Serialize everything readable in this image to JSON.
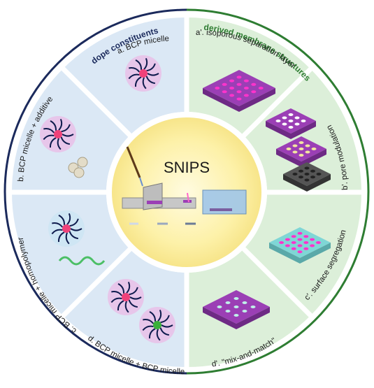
{
  "headers": {
    "left": "dope constituents",
    "right": "derived membrane structures"
  },
  "center": {
    "title": "SNIPS"
  },
  "panels": {
    "a": "a. BCP micelle",
    "b": "b. BCP micelle + additive",
    "c": "c. BCP micelle + homopolymer",
    "d": "d. BCP micelle + BCP micelle",
    "a_prime": "a'. isoporous separation layer",
    "b_prime": "b'. pore modulation",
    "c_prime": "c'. surface segregation",
    "d_prime": "d'. \"mix-and-match\""
  },
  "colors": {
    "left_arc": "#1b2a5c",
    "right_arc": "#2e7d32",
    "left_panel": "#dbe8f5",
    "right_panel": "#dcefd9",
    "membrane": "#9b3fb5",
    "pore": "#ff33cc",
    "micelle_halo": "#e7c6ea",
    "micelle_core": "#f0427a",
    "micelle_core_alt": "#3ab03a",
    "chain": "#0e1b4d",
    "homopolymer": "#4cbf66",
    "segregation": "#7fd6d6",
    "center_glow": "#fdf1a8"
  }
}
